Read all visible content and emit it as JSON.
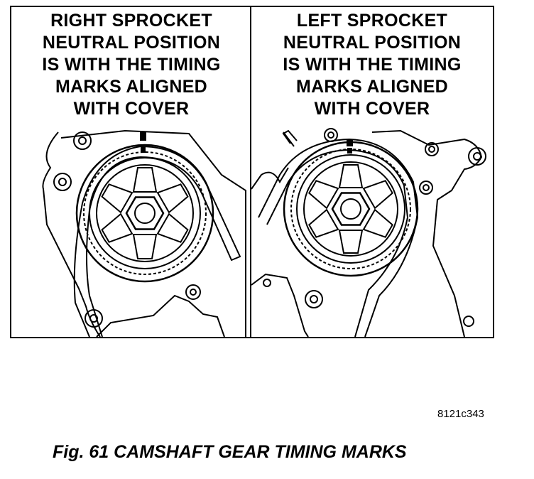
{
  "panels": {
    "right": {
      "title_lines": [
        "RIGHT SPROCKET",
        "NEUTRAL POSITION",
        "IS WITH THE TIMING",
        "MARKS ALIGNED",
        "WITH COVER"
      ]
    },
    "left": {
      "title_lines": [
        "LEFT SPROCKET",
        "NEUTRAL POSITION",
        "IS WITH THE TIMING",
        "MARKS ALIGNED",
        "WITH COVER"
      ]
    }
  },
  "reference_code": "8121c343",
  "caption": "Fig. 61 CAMSHAFT GEAR TIMING MARKS"
}
